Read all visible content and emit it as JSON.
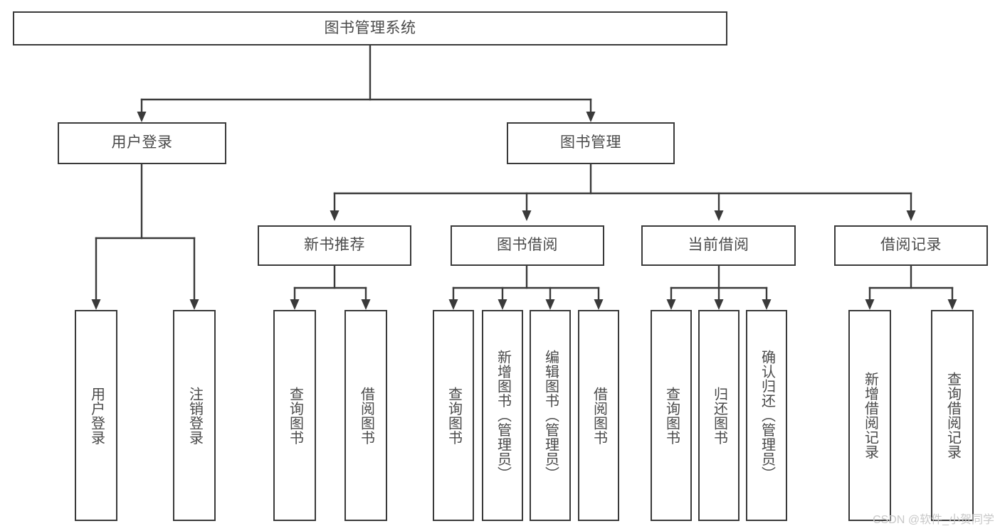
{
  "diagram": {
    "title": "图书管理系统",
    "type": "hierarchy-tree",
    "orientation": "top-down",
    "colors": {
      "box_border": "#3a3a3a",
      "box_fill": "#ffffff",
      "connector": "#3a3a3a",
      "text": "#4a4a4a",
      "watermark": "#c8c8c8",
      "background": "#ffffff"
    },
    "root": {
      "label": "图书管理系统"
    },
    "level2": [
      {
        "label": "用户登录"
      },
      {
        "label": "图书管理"
      }
    ],
    "level3": [
      {
        "label": "新书推荐"
      },
      {
        "label": "图书借阅"
      },
      {
        "label": "当前借阅"
      },
      {
        "label": "借阅记录"
      }
    ],
    "leaves": {
      "user_login": [
        {
          "label": "用户登录"
        },
        {
          "label": "注销登录"
        }
      ],
      "new_book_recommend": [
        {
          "label": "查询图书"
        },
        {
          "label": "借阅图书"
        }
      ],
      "book_borrow": [
        {
          "label": "查询图书"
        },
        {
          "label": "新增图书（管理员）"
        },
        {
          "label": "编辑图书（管理员）"
        },
        {
          "label": "借阅图书"
        }
      ],
      "current_borrow": [
        {
          "label": "查询图书"
        },
        {
          "label": "归还图书"
        },
        {
          "label": "确认归还（管理员）"
        }
      ],
      "borrow_records": [
        {
          "label": "新增借阅记录"
        },
        {
          "label": "查询借阅记录"
        }
      ]
    },
    "watermark": "CSDN @软件_小贺同学"
  }
}
